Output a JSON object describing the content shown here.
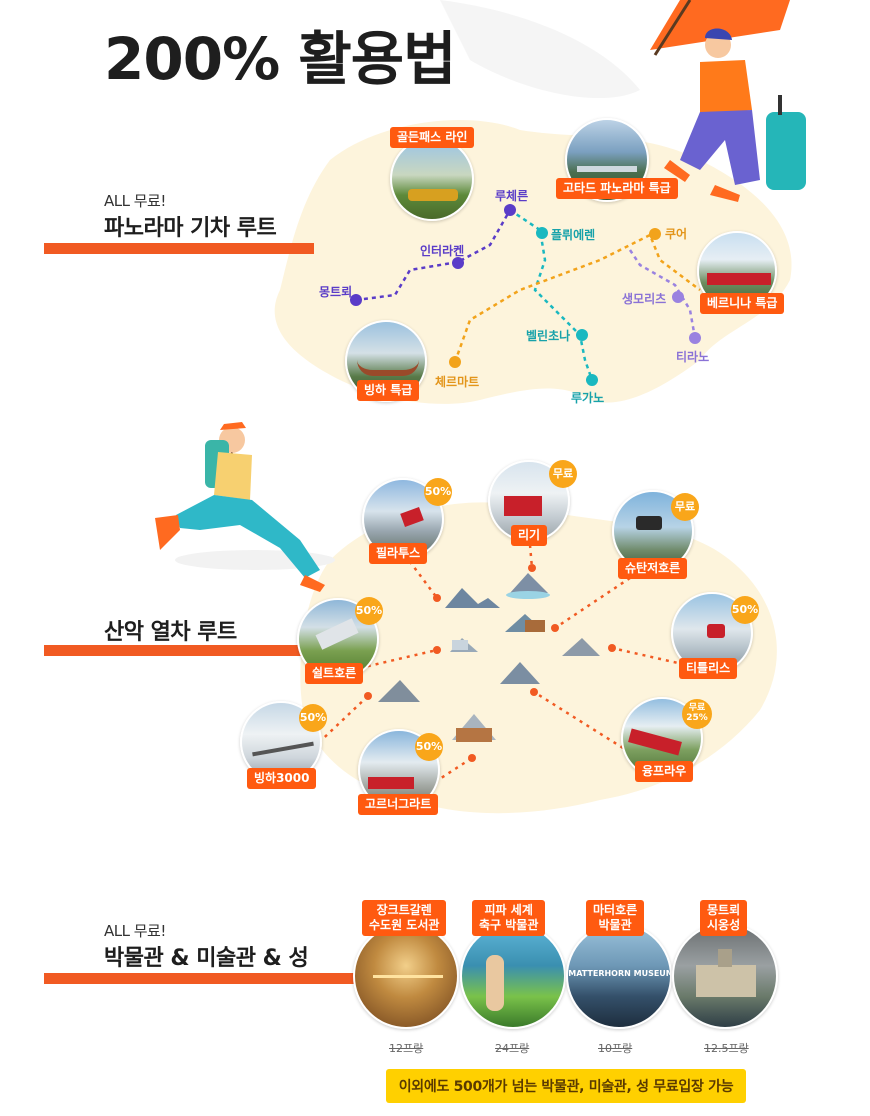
{
  "title": "200% 활용법",
  "section_panorama": {
    "kicker": "ALL 무료!",
    "title": "파노라마 기차 루트",
    "tags": [
      "골든패스 라인",
      "고타드 파노라마 특급",
      "베르니나 특급",
      "빙하 특급"
    ],
    "stations": [
      "루체른",
      "플뤼에렌",
      "쿠어",
      "인터라켄",
      "몽트뢰",
      "생모리츠",
      "벨린초나",
      "티라노",
      "체르마트",
      "루가노"
    ]
  },
  "section_mountain": {
    "title": "산악 열차 루트",
    "items": [
      {
        "name": "필라투스",
        "discount": "50%"
      },
      {
        "name": "리기",
        "discount": "무료"
      },
      {
        "name": "슈탄저호른",
        "discount": "무료"
      },
      {
        "name": "쉴트호른",
        "discount": "50%"
      },
      {
        "name": "티틀리스",
        "discount": "50%"
      },
      {
        "name": "빙하3000",
        "discount": "50%"
      },
      {
        "name": "고르너그라트",
        "discount": "50%"
      },
      {
        "name": "융프라우",
        "discount": "무료",
        "discount2": "25%"
      }
    ]
  },
  "section_museum": {
    "kicker": "ALL 무료!",
    "title": "박물관 & 미술관 & 성",
    "items": [
      {
        "line1": "장크트갈렌",
        "line2": "수도원 도서관",
        "price": "12프랑"
      },
      {
        "line1": "피파 세계",
        "line2": "축구 박물관",
        "price": "24프랑"
      },
      {
        "line1": "마터호른",
        "line2": "박물관",
        "price": "10프랑",
        "sign": "MATTERHORN MUSEUM"
      },
      {
        "line1": "몽트뢰",
        "line2": "시옹성",
        "price": "12.5프랑"
      }
    ],
    "footer": "이외에도 500개가 넘는 박물관, 미술관, 성 무료입장 가능"
  },
  "colors": {
    "accent": "#ff5a10",
    "map_fill": "#fdf4dc",
    "route_purple": "#5a3cc8",
    "route_teal": "#1ab8c0",
    "route_gold": "#f2a31b",
    "route_lilac": "#9a82e0",
    "badge": "#f9a61a",
    "banner": "#ffd000"
  }
}
